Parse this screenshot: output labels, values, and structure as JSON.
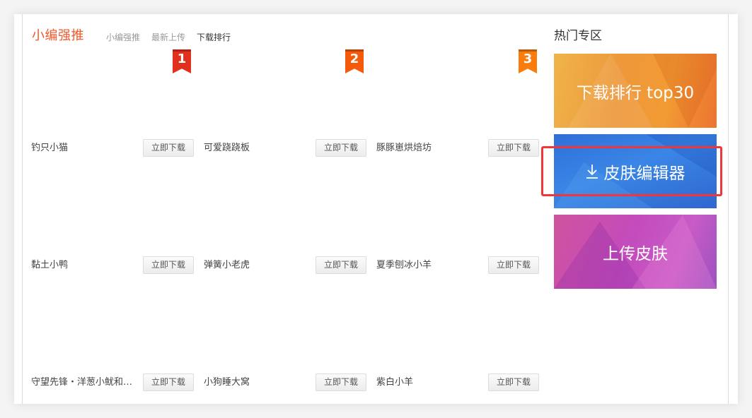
{
  "section": {
    "title": "小编强推",
    "tabs": [
      {
        "label": "小编强推",
        "active": false
      },
      {
        "label": "最新上传",
        "active": false
      },
      {
        "label": "下载排行",
        "active": true
      }
    ]
  },
  "ranks": [
    {
      "number": "1",
      "color": "#e2301f"
    },
    {
      "number": "2",
      "color": "#f55a0a"
    },
    {
      "number": "3",
      "color": "#f97c0c"
    }
  ],
  "download_label": "立即下载",
  "rows": [
    {
      "items": [
        {
          "name": "钓只小猫"
        },
        {
          "name": "可爱跷跷板"
        },
        {
          "name": "豚豚崽烘焙坊"
        }
      ]
    },
    {
      "items": [
        {
          "name": "黏土小鸭"
        },
        {
          "name": "弹簧小老虎"
        },
        {
          "name": "夏季刨冰小羊"
        }
      ]
    },
    {
      "items": [
        {
          "name": "守望先锋・洋葱小鱿和…"
        },
        {
          "name": "小狗睡大窝"
        },
        {
          "name": "紫白小羊"
        }
      ]
    }
  ],
  "hot_zone": {
    "title": "热门专区",
    "banners": [
      {
        "label": "下载排行 top30",
        "icon": "",
        "color": "#f0983a"
      },
      {
        "label": "皮肤编辑器",
        "icon": "download-icon",
        "color": "#3478dc"
      },
      {
        "label": "上传皮肤",
        "icon": "",
        "color": "#c44fbc"
      }
    ]
  },
  "highlight": {
    "color": "#f0363a",
    "target": "皮肤编辑器"
  }
}
